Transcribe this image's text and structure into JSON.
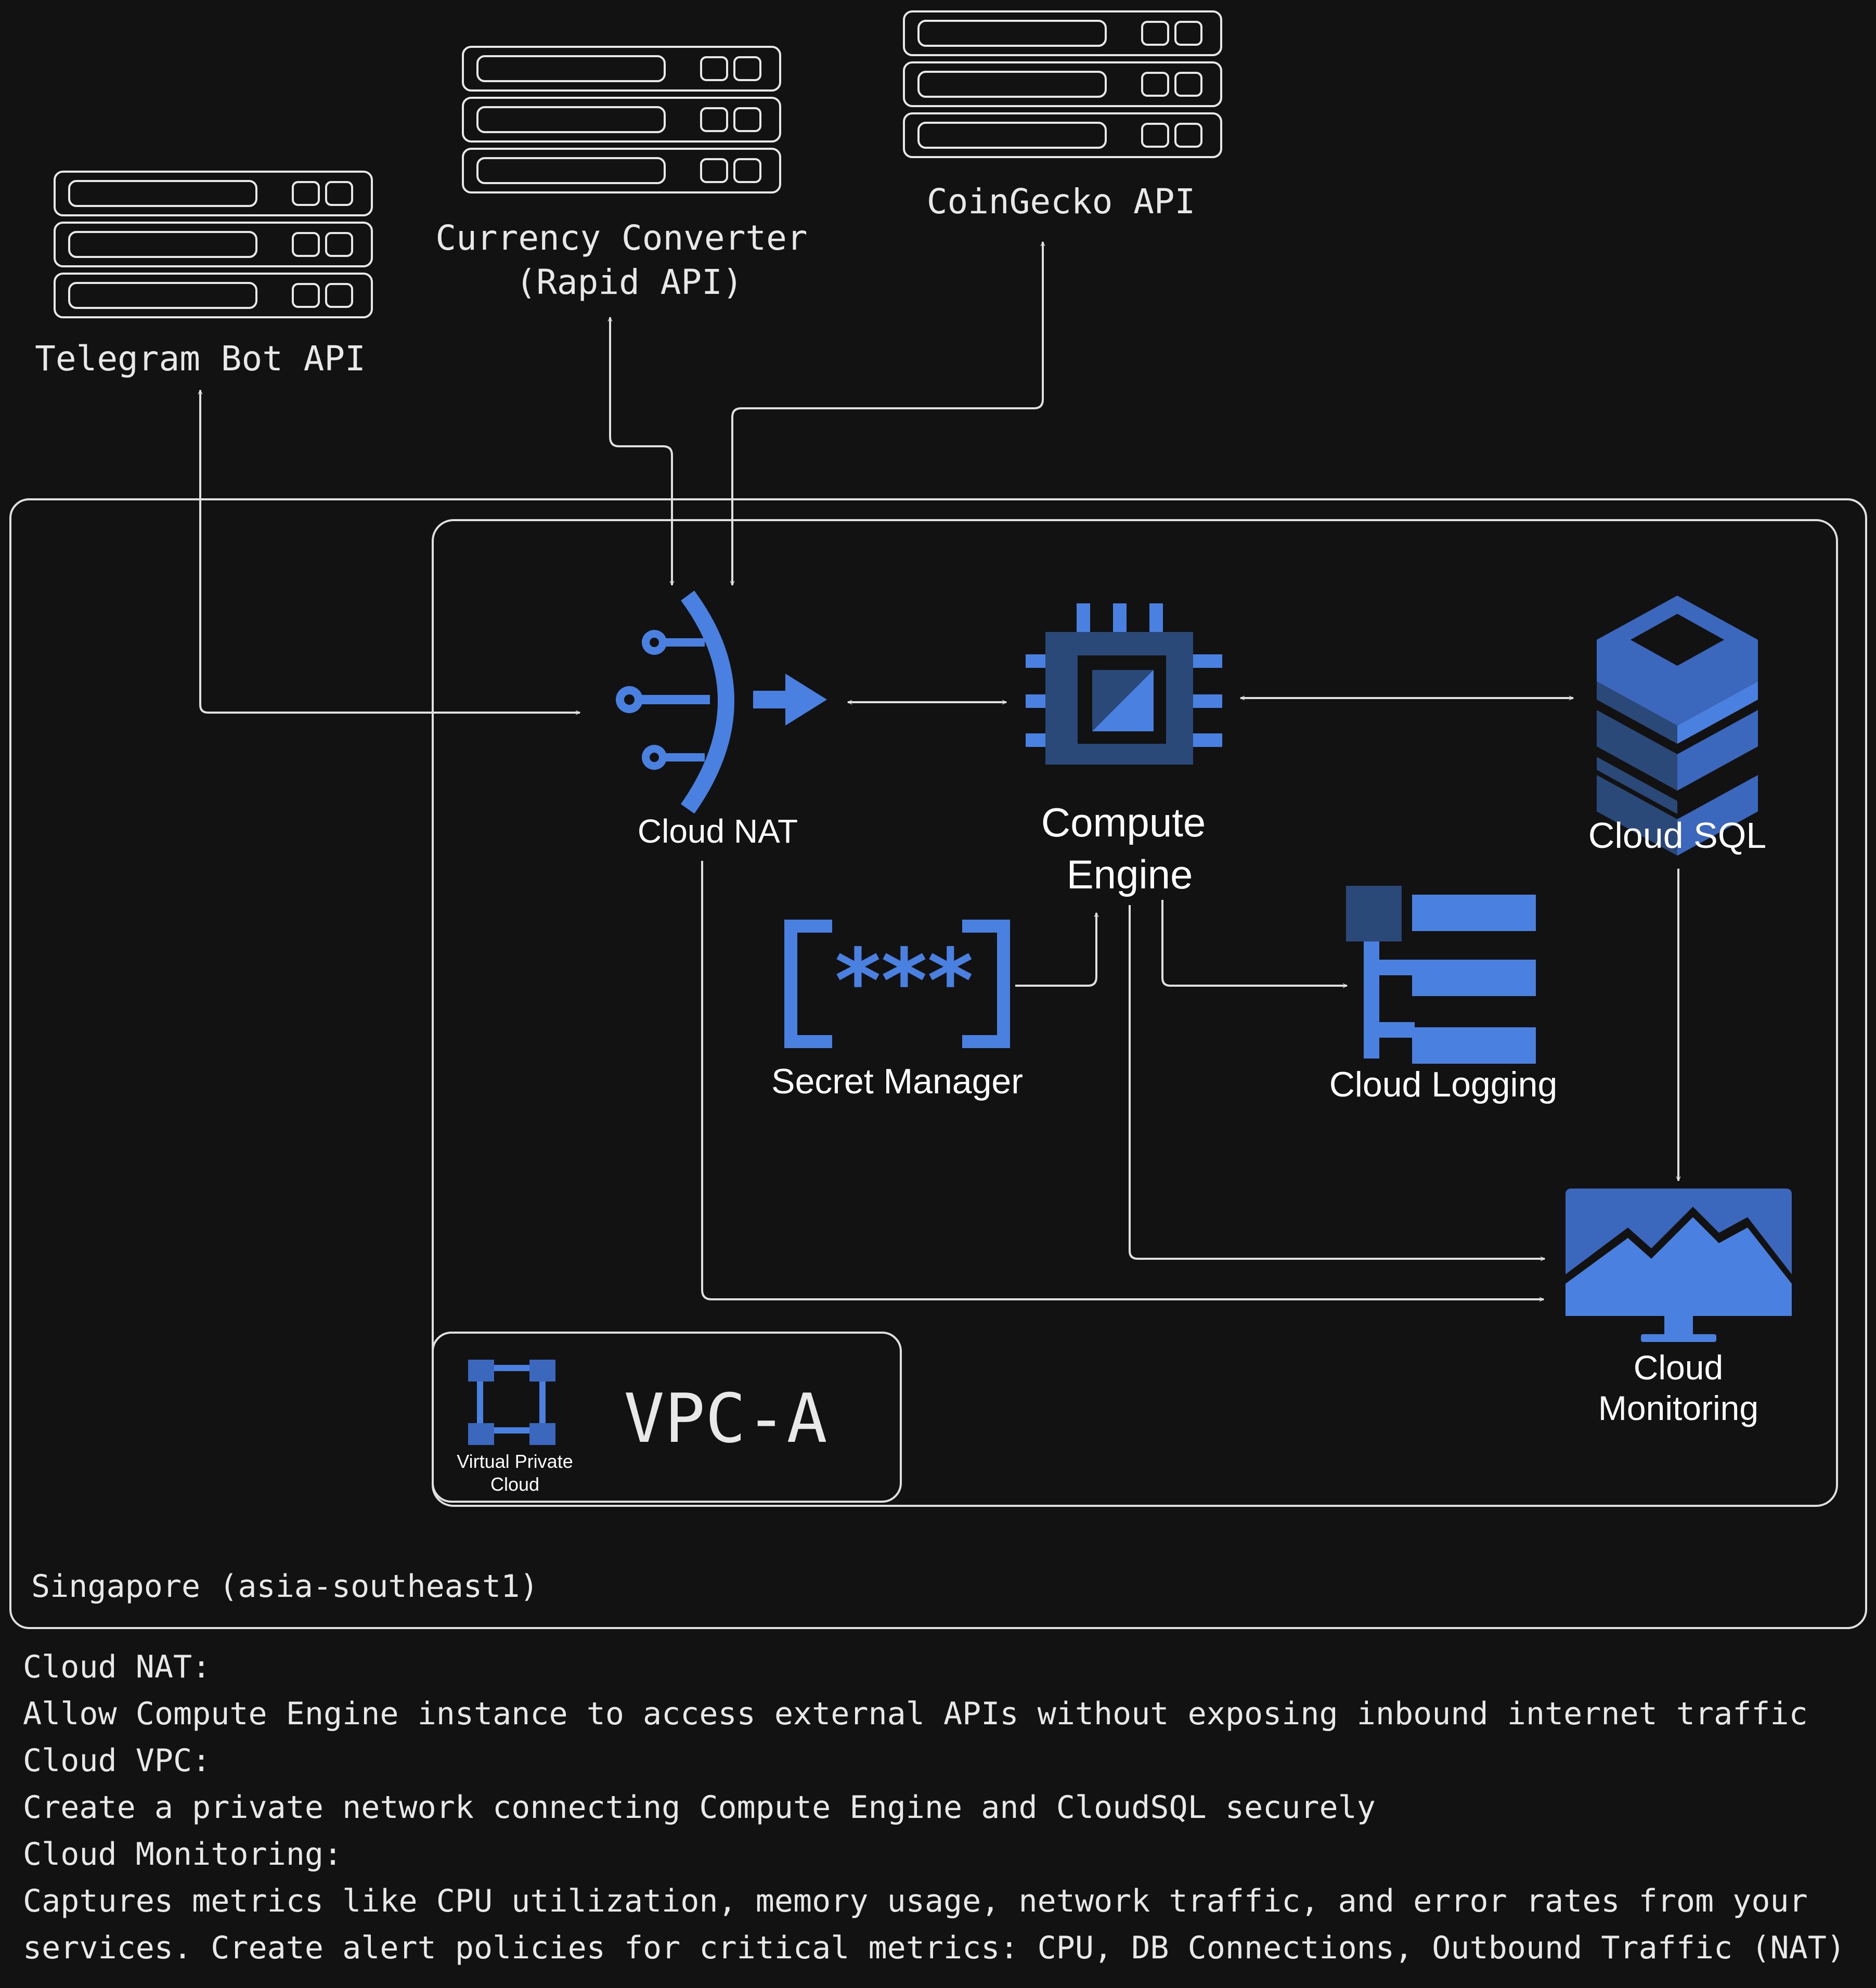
{
  "external": {
    "telegram": "Telegram Bot API",
    "currency_line1": "Currency Converter",
    "currency_line2": "(Rapid API)",
    "coingecko": "CoinGecko API"
  },
  "region_label": "Singapore (asia-southeast1)",
  "vpc": {
    "name": "VPC-A",
    "icon_line1": "Virtual Private",
    "icon_line2": "Cloud"
  },
  "services": {
    "cloud_nat": "Cloud NAT",
    "compute_line1": "Compute",
    "compute_line2": "Engine",
    "cloud_sql": "Cloud SQL",
    "secret_manager": "Secret Manager",
    "cloud_logging": "Cloud Logging",
    "monitoring_line1": "Cloud",
    "monitoring_line2": "Monitoring"
  },
  "notes": {
    "nat_title": "Cloud NAT:",
    "nat_desc": "Allow Compute Engine instance to access external APIs without exposing inbound internet traffic",
    "vpc_title": "Cloud VPC:",
    "vpc_desc": "Create a private network connecting Compute Engine and CloudSQL securely",
    "mon_title": "Cloud Monitoring:",
    "mon_desc": "Captures metrics like CPU utilization, memory usage, network traffic, and error rates from your services. Create alert policies for critical metrics: CPU, DB Connections, Outbound Traffic (NAT)"
  },
  "colors": {
    "background": "#121212",
    "gcp_blue": "#4a80e0",
    "gcp_mid": "#3b67bd",
    "gcp_dark": "#2b4978",
    "stroke": "#e0e0e0"
  }
}
